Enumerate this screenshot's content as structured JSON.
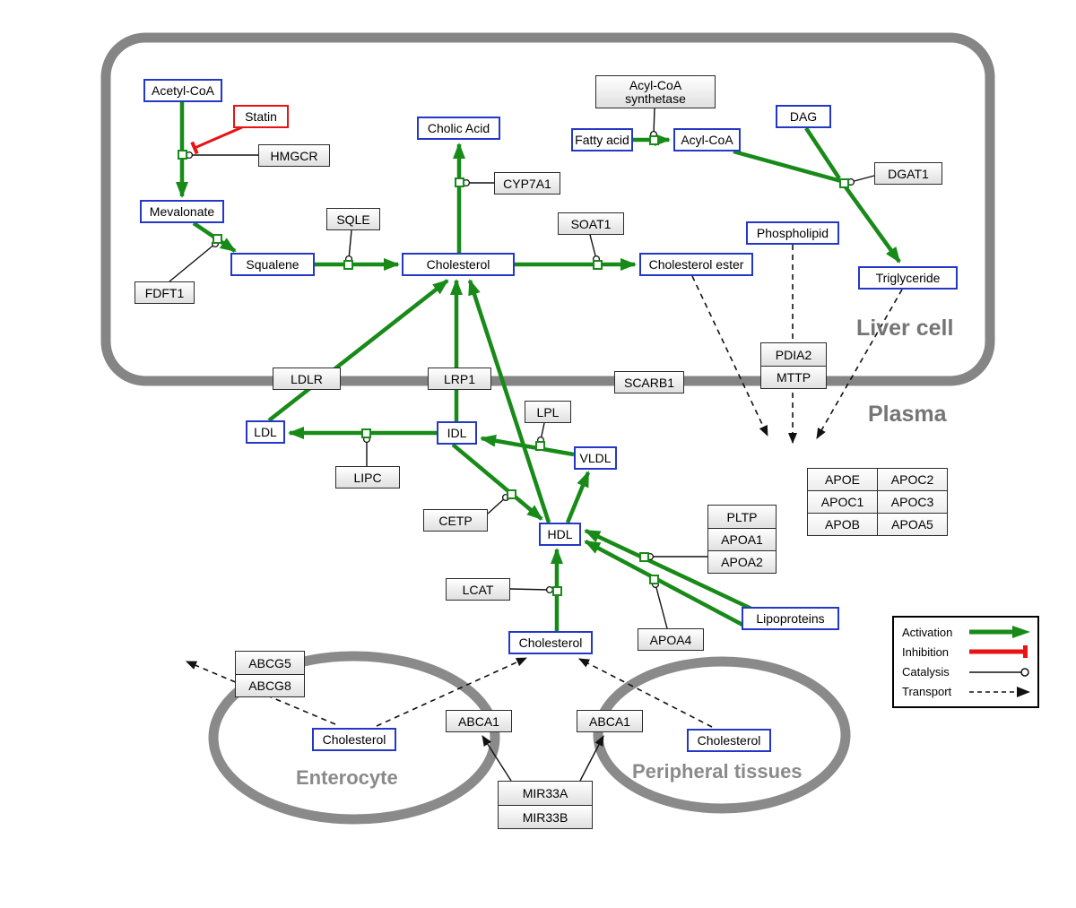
{
  "regions": {
    "liver_label": "Liver cell",
    "plasma_label": "Plasma",
    "enterocyte_label": "Enterocyte",
    "peripheral_label": "Peripheral tissues"
  },
  "nodes": {
    "acetyl_coa": "Acetyl-CoA",
    "statin": "Statin",
    "hmgcr": "HMGCR",
    "mevalonate": "Mevalonate",
    "fdft1": "FDFT1",
    "squalene": "Squalene",
    "sqle": "SQLE",
    "cholesterol_liver": "Cholesterol",
    "cholic_acid": "Cholic Acid",
    "cyp7a1": "CYP7A1",
    "soat1": "SOAT1",
    "cholesterol_ester": "Cholesterol ester",
    "acyl_coa_synthetase": "Acyl-CoA synthetase",
    "fatty_acid": "Fatty acid",
    "acyl_coa": "Acyl-CoA",
    "dag": "DAG",
    "dgat1": "DGAT1",
    "phospholipid": "Phospholipid",
    "triglyceride": "Triglyceride",
    "ldlr": "LDLR",
    "lrp1": "LRP1",
    "scarb1": "SCARB1",
    "pdia2": "PDIA2",
    "mttp": "MTTP",
    "ldl": "LDL",
    "idl": "IDL",
    "lipc": "LIPC",
    "lpl": "LPL",
    "vldl": "VLDL",
    "cetp": "CETP",
    "hdl": "HDL",
    "lcat": "LCAT",
    "pltp": "PLTP",
    "apoa1": "APOA1",
    "apoa2": "APOA2",
    "apoa4": "APOA4",
    "lipoproteins": "Lipoproteins",
    "cholesterol_plasma": "Cholesterol",
    "abcg5": "ABCG5",
    "abcg8": "ABCG8",
    "cholesterol_enterocyte": "Cholesterol",
    "abca1_left": "ABCA1",
    "abca1_right": "ABCA1",
    "cholesterol_peripheral": "Cholesterol",
    "mir33a": "MIR33A",
    "mir33b": "MIR33B"
  },
  "apo_table": {
    "rows": [
      [
        "APOE",
        "APOC2"
      ],
      [
        "APOC1",
        "APOC3"
      ],
      [
        "APOB",
        "APOA5"
      ]
    ]
  },
  "legend": {
    "activation": "Activation",
    "inhibition": "Inhibition",
    "catalysis": "Catalysis",
    "transport": "Transport"
  },
  "colors": {
    "metabolite_border": "#2438c8",
    "inhibitor_border": "#e81313",
    "activation_green": "#188a18",
    "inhibition_red": "#e81313",
    "membrane_gray": "#8a8a8a"
  }
}
